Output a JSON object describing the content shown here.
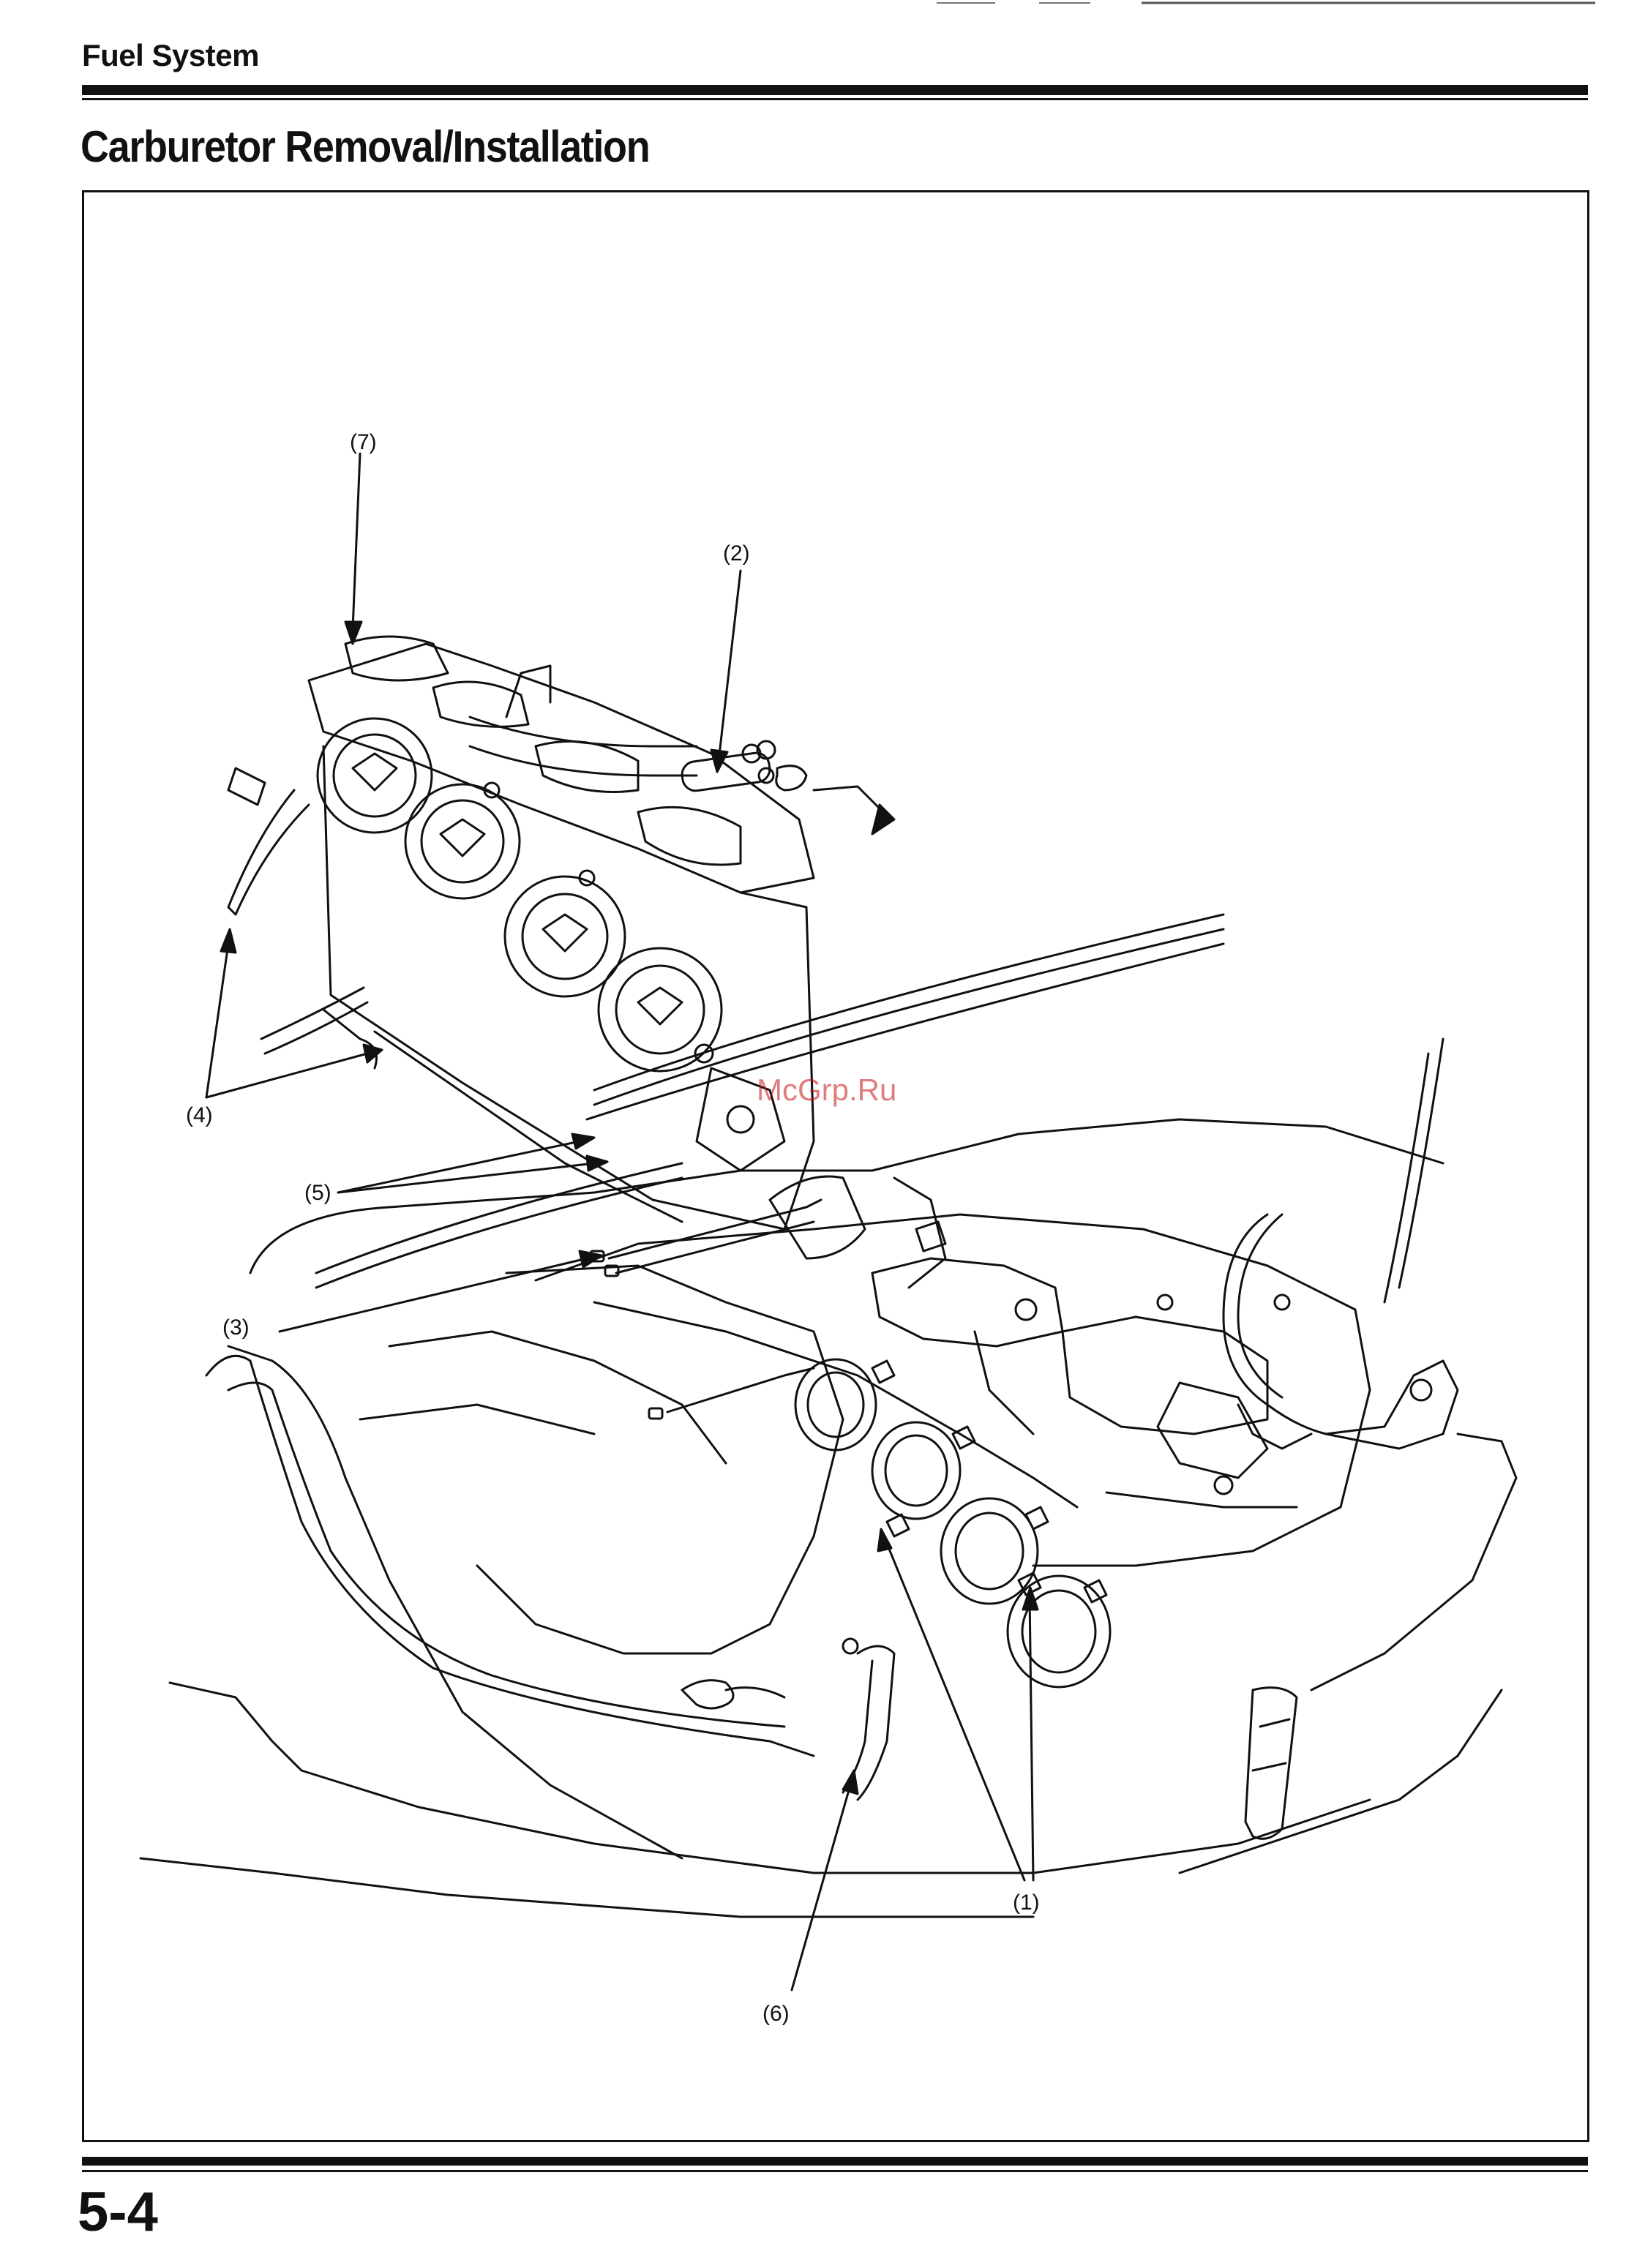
{
  "header": {
    "section": "Fuel System"
  },
  "title": "Carburetor Removal/Installation",
  "watermark": "McGrp.Ru",
  "callouts": {
    "c1": "(1)",
    "c2": "(2)",
    "c3": "(3)",
    "c4": "(4)",
    "c5": "(5)",
    "c6": "(6)",
    "c7": "(7)"
  },
  "footer": {
    "page_number": "5-4"
  }
}
